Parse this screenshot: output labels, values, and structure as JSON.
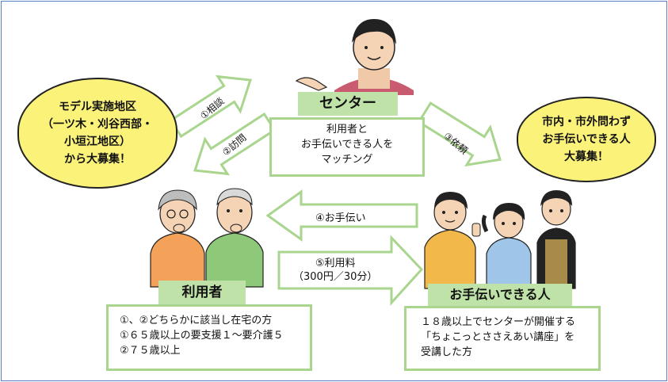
{
  "left_bubble": {
    "lines": [
      "モデル実施地区",
      "（一ツ木・刈谷西部・",
      "小垣江地区）",
      "から大募集！"
    ]
  },
  "right_bubble": {
    "lines": [
      "市内・市外問わず",
      "お手伝いできる人",
      "大募集！"
    ]
  },
  "center": {
    "label": "センター",
    "description_lines": [
      "利用者と",
      "お手伝いできる人を",
      "マッチング"
    ]
  },
  "arrows": {
    "consult": "①相談",
    "visit": "②訪問",
    "request": "③依頼",
    "help": "④お手伝い",
    "fee_line1": "⑤利用料",
    "fee_line2": "（300円／30分）"
  },
  "user_section": {
    "label": "利用者",
    "lines": [
      "①、②どちらかに該当し在宅の方",
      "①６５歳以上の要支援１～要介護５",
      "②７５歳以上"
    ]
  },
  "helper_section": {
    "label": "お手伝いできる人",
    "lines": [
      "１８歳以上でセンターが開催する",
      "「ちょこっとささえあい講座」を",
      "受講した方"
    ]
  },
  "colors": {
    "bubble_fill": "#fbf27a",
    "green_label": "#bfe2a8",
    "green_border": "#a9d58e",
    "frame_border": "#5b7fc4"
  }
}
